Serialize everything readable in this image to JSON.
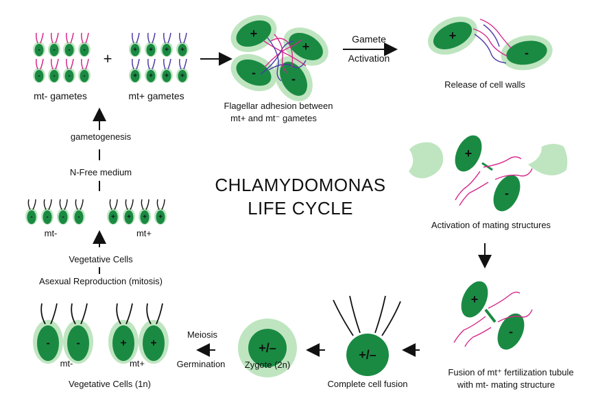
{
  "title": {
    "line1": "CHLAMYDOMONAS",
    "line2": "LIFE CYCLE"
  },
  "colors": {
    "cell_body": "#1a8a43",
    "cell_wall": "#bfe5c0",
    "flagella_mt_minus": "#d6268a",
    "flagella_mt_plus": "#4b3aa7",
    "flagella_plain": "#111111",
    "text": "#111111"
  },
  "labels": {
    "mt_minus_gametes": "mt- gametes",
    "mt_plus_gametes": "mt+ gametes",
    "plus_sign": "+",
    "flagellar_adhesion_1": "Flagellar adhesion between",
    "flagellar_adhesion_2": "mt+ and mt⁻ gametes",
    "gamete_activation_1": "Gamete",
    "gamete_activation_2": "Activation",
    "release_cell_walls": "Release of cell walls",
    "gametogenesis": "gametogenesis",
    "n_free_medium": "N-Free medium",
    "mt_minus": "mt-",
    "mt_plus": "mt+",
    "vegetative_cells": "Vegetative Cells",
    "asexual_reproduction": "Asexual Reproduction (mitosis)",
    "activation_mating": "Activation of mating structures",
    "fusion_1": "Fusion of mt⁺ fertilization tubule",
    "fusion_2": "with mt- mating structure",
    "complete_fusion": "Complete cell fusion",
    "zygote": "Zygote (2n)",
    "meiosis": "Meiosis",
    "germination": "Germination",
    "vegetative_1n": "Vegetative Cells (1n)"
  },
  "cell_signs": {
    "plus": "+",
    "minus": "-",
    "diploid": "+/–"
  }
}
